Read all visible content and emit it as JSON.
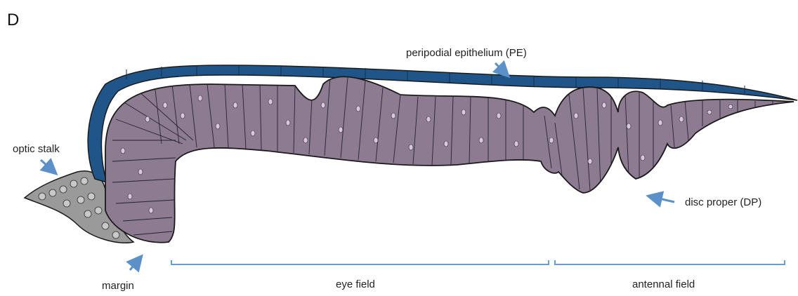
{
  "panel_letter": "D",
  "labels": {
    "peripodial": "peripodial epithelium (PE)",
    "optic_stalk": "optic stalk",
    "disc_proper": "disc proper (DP)",
    "margin": "margin",
    "eye_field": "eye field",
    "antennal_field": "antennal field"
  },
  "colors": {
    "disc_proper_fill": "#8c7b91",
    "peripodial_fill": "#1f5588",
    "optic_stalk_fill": "#9a9a9a",
    "nucleus_fill": "#d8c7de",
    "arrow_color": "#5b91c8",
    "bracket_color": "#6a9ccd",
    "outline": "#1a1a1a"
  }
}
